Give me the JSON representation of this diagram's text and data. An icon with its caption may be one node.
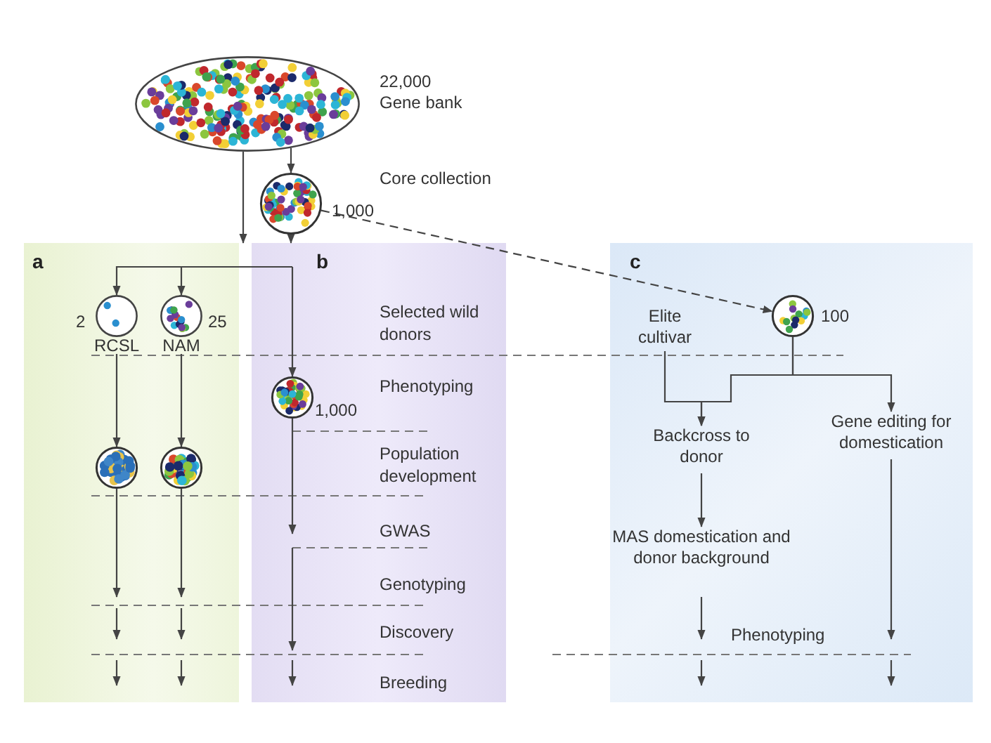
{
  "diagram": {
    "nodes": [
      {
        "text": [],
        "shape": "ellipse",
        "beside": [
          "22,000",
          "Gene bank"
        ]
      },
      {
        "text": [],
        "shape": "circle",
        "beside": [
          "Core collection",
          "1,000"
        ]
      },
      {
        "text": [
          "a"
        ]
      },
      {
        "text": [
          "b"
        ]
      },
      {
        "text": [
          "c"
        ]
      },
      {
        "text": [
          "RCSL"
        ],
        "in": 2,
        "beside": [
          "2"
        ]
      },
      {
        "text": [
          "NAM"
        ],
        "in": 2,
        "beside": [
          "25"
        ]
      },
      {
        "text": [],
        "shape": "circle",
        "in": 2
      },
      {
        "text": [],
        "shape": "circle",
        "in": 2
      },
      {
        "text": [],
        "shape": "circle",
        "in": 3,
        "beside": [
          "1,000"
        ]
      },
      {
        "text": [
          "Elite cultivar"
        ],
        "in": 4
      },
      {
        "text": [],
        "shape": "circle",
        "in": 4,
        "beside": [
          "100"
        ]
      },
      {
        "text": [
          "Backcross to donor"
        ],
        "in": 4
      },
      {
        "text": [
          "Gene editing for domestication"
        ],
        "in": 4
      },
      {
        "text": [
          "MAS domestication and donor background"
        ],
        "in": 4
      }
    ],
    "edges": [
      {
        "from": 0,
        "to": 1,
        "arrow": "to"
      },
      {
        "from": 0,
        "to": 2,
        "arrow": "to"
      },
      {
        "from": 1,
        "to": 3,
        "arrow": "to"
      },
      {
        "from": null,
        "to": 5,
        "arrow": "to"
      },
      {
        "from": null,
        "to": 6,
        "arrow": "to"
      },
      {
        "from": null,
        "to": 9,
        "arrow": "to"
      },
      {
        "from": 1,
        "to": 11,
        "arrow": "to",
        "style": "dashed"
      },
      {
        "from": 5,
        "to": 7,
        "arrow": "to"
      },
      {
        "from": 6,
        "to": 8,
        "arrow": "to"
      },
      {
        "from": 7,
        "to": null,
        "arrow": "to"
      },
      {
        "from": 8,
        "to": null,
        "arrow": "to"
      },
      {
        "from": 9,
        "to": null,
        "arrow": "to"
      },
      {
        "from": 10,
        "to": 12,
        "arrow": "to"
      },
      {
        "from": 11,
        "to": 12,
        "arrow": "to"
      },
      {
        "from": 11,
        "to": 13,
        "arrow": "to"
      },
      {
        "from": 12,
        "to": 14,
        "arrow": "to"
      },
      {
        "from": 14,
        "to": null,
        "arrow": "to"
      },
      {
        "from": 13,
        "to": null,
        "arrow": "to"
      }
    ],
    "labels": [
      "Selected wild donors",
      "Phenotyping",
      "Population development",
      "GWAS",
      "Genotyping",
      "Discovery",
      "Breeding",
      "Phenotyping"
    ]
  }
}
